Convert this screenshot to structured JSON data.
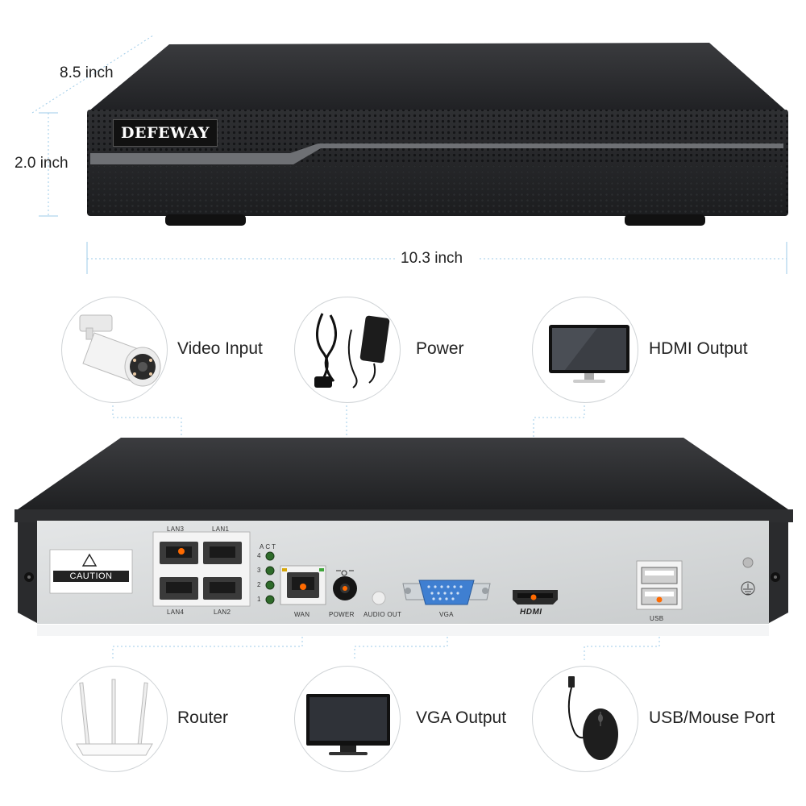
{
  "dimensions": {
    "depth": "8.5 inch",
    "height": "2.0 inch",
    "width": "10.3 inch"
  },
  "brand": "DEFEWAY",
  "rear_panel": {
    "caution": "CAUTION",
    "lan3": "LAN3",
    "lan1": "LAN1",
    "lan4": "LAN4",
    "lan2": "LAN2",
    "act": "ACT",
    "act_leds": [
      "4",
      "3",
      "2",
      "1"
    ],
    "wan": "WAN",
    "power": "POWER",
    "audio_out": "AUDIO OUT",
    "vga": "VGA",
    "hdmi": "HDMI",
    "usb": "USB"
  },
  "features": {
    "video_input": "Video Input",
    "power": "Power",
    "hdmi_output": "HDMI Output",
    "router": "Router",
    "vga_output": "VGA Output",
    "usb_mouse_port": "USB/Mouse Port"
  },
  "colors": {
    "device_body": "#2b2c2e",
    "rear_panel": "#d9dbdc",
    "port_highlight": "#ff6a00",
    "callout_line": "#9ecbe8",
    "circle_border": "#cfd3d6"
  }
}
